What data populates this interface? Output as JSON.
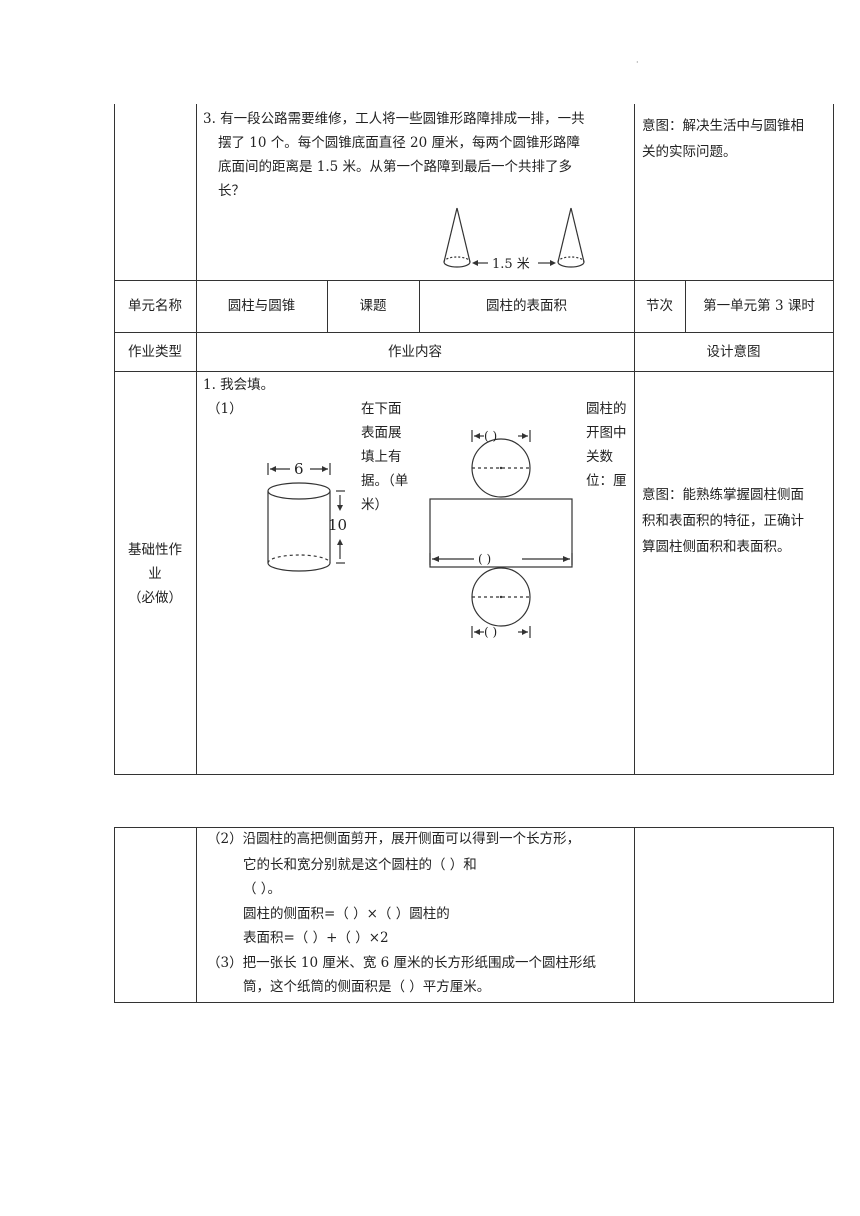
{
  "header_mark": "·",
  "table1": {
    "q3": {
      "lines": [
        "3. 有一段公路需要维修，工人将一些圆锥形路障排成一排，一共",
        "摆了 10 个。每个圆锥底面直径 20 厘米，每两个圆锥形路障",
        "底面间的距离是 1.5 米。从第一个路障到最后一个共排了多",
        "长？"
      ],
      "figure_label": "1.5 米",
      "intent_lines": [
        "意图：解决生活中与圆锥相",
        "关的实际问题。"
      ]
    },
    "header_row": {
      "unit_label": "单元名称",
      "unit_value": "圆柱与圆锥",
      "topic_label": "课题",
      "topic_value": "圆柱的表面积",
      "section_label": "节次",
      "section_value": "第一单元第 3 课时"
    },
    "type_row": {
      "type_label": "作业类型",
      "content_label": "作业内容",
      "intent_label": "设计意图"
    },
    "basic": {
      "category_lines": [
        "基础性作",
        "业",
        "（必做）"
      ],
      "q1_title": "1. 我会填。",
      "q1_sub": "（1）",
      "instr_left": [
        "在下面",
        "表面展",
        "填上有",
        "据。（单",
        "米）"
      ],
      "instr_right": [
        "圆柱的",
        "开图中",
        "关数",
        "位：厘"
      ],
      "cylinder_width": "6",
      "cylinder_height": "10",
      "blank": "(    )",
      "intent_lines": [
        "意图：能熟练掌握圆柱侧面",
        "积和表面积的特征，正确计",
        "算圆柱侧面积和表面积。"
      ]
    }
  },
  "table2": {
    "lines": [
      "（2）沿圆柱的高把侧面剪开，展开侧面可以得到一个长方形，",
      "它的长和宽分别就是这个圆柱的（                ）和",
      "（          ）。",
      "圆柱的侧面积=（                    ）×（            ）圆柱的",
      "表面积=（              ）+（            ）×2",
      "（3）把一张长 10 厘米、宽 6 厘米的长方形纸围成一个圆柱形纸",
      "筒，这个纸筒的侧面积是（        ）平方厘米。"
    ]
  }
}
